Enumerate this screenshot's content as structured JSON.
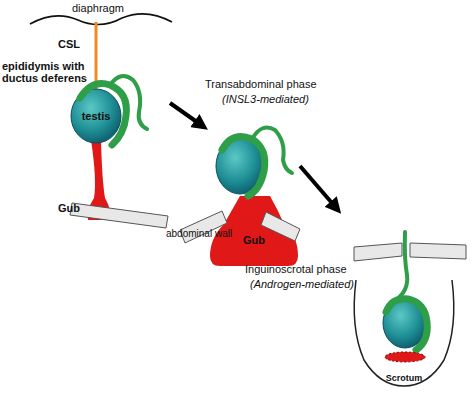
{
  "diagram": {
    "nodes": [
      {
        "text": [
          "testis"
        ]
      },
      {
        "text": [
          "Gub"
        ]
      },
      {
        "text": [
          "Scrotum"
        ]
      }
    ],
    "labels": [
      "diaphragm",
      "CSL",
      "epididymis with ductus deferens",
      "Gub",
      "abdominal wall",
      "Transabdominal phase",
      "(INSL3-mediated)",
      "Inguinoscrotal phase",
      "(Androgen-mediated)"
    ]
  }
}
